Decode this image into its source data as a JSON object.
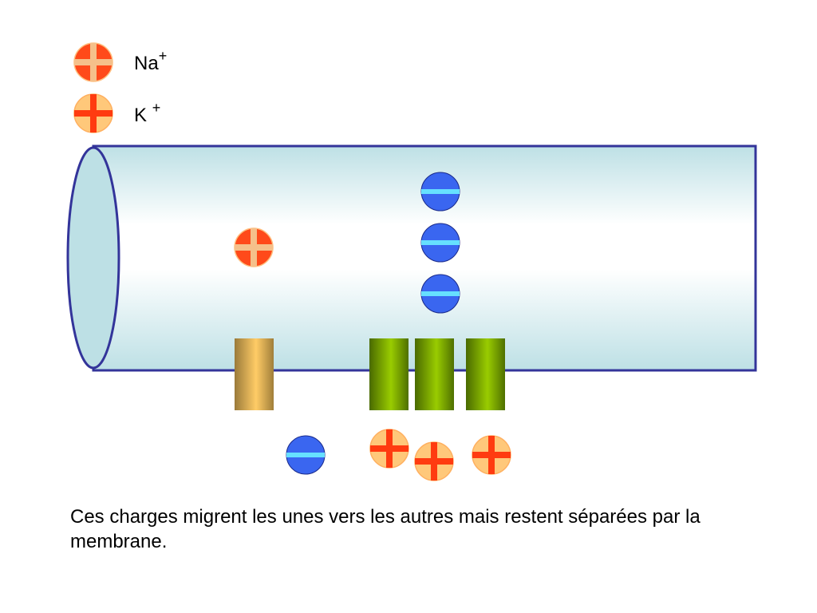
{
  "legend": {
    "na": {
      "symbol": "Na",
      "charge": "+"
    },
    "k": {
      "symbol": "K",
      "charge": "+"
    }
  },
  "caption": "Ces charges migrent les unes vers les autres mais restent séparées par la membrane.",
  "colors": {
    "na_fill": "#ff4a1a",
    "na_cross": "#f5c08a",
    "k_fill": "#ffc87a",
    "k_cross": "#ff3b10",
    "anion_fill": "#3a66f0",
    "anion_bar": "#66e0ff",
    "membrane_stroke": "#33349a",
    "cytoplasm_light": "#f4fbfc",
    "cytoplasm_dark": "#bde0e5",
    "na_channel": "#ffcc66",
    "k_channel": "#99cc00"
  },
  "icons": {
    "na_ion": "plus-ion-icon",
    "k_ion": "plus-ion-icon",
    "anion": "minus-ion-icon"
  }
}
